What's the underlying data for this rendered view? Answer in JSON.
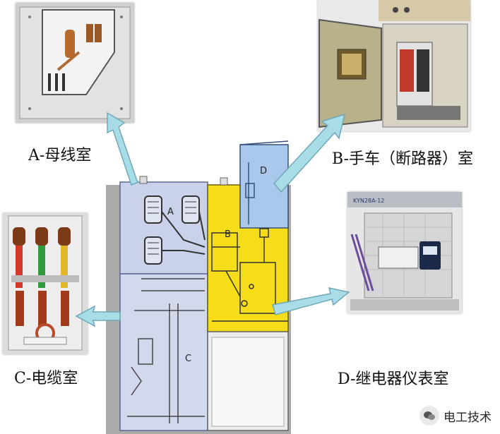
{
  "diagram": {
    "captions": {
      "a": "A-母线室",
      "b": "B-手车（断路器）室",
      "c": "C-电缆室",
      "d": "D-继电器仪表室"
    },
    "cabinet_labels": {
      "a": "A",
      "b": "B",
      "c": "C",
      "d": "D"
    },
    "panel_plate_text": "KYN28A-12",
    "watermark": "电工技术",
    "colors": {
      "compartment_a": "#c9d2ea",
      "compartment_b": "#f5dd1a",
      "compartment_c": "#d3d9ec",
      "compartment_d": "#a9c8ec",
      "arrow": "#a8dce6",
      "arrow_outline": "#6fa8b8"
    }
  }
}
